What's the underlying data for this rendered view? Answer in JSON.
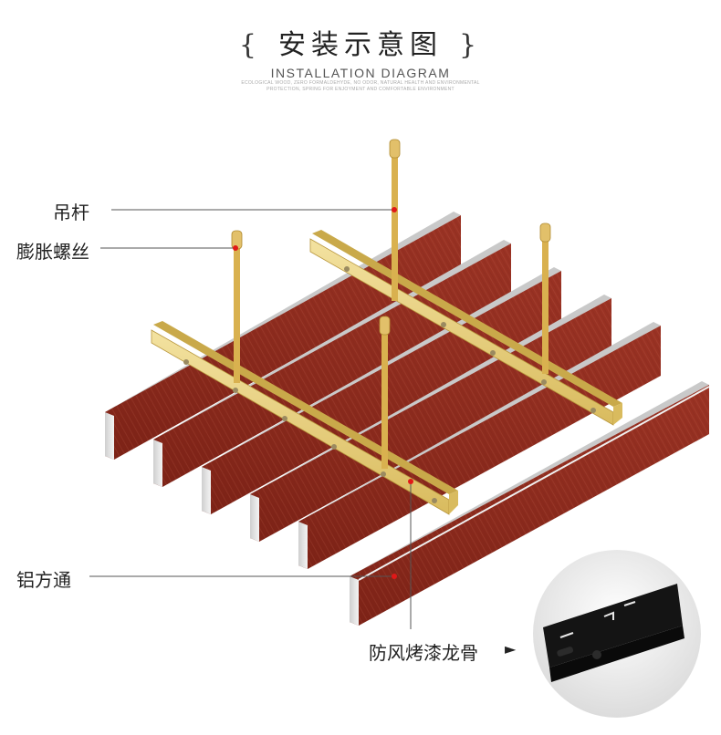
{
  "header": {
    "title": "安装示意图",
    "brace_left": "{",
    "brace_right": "}",
    "subtitle": "INSTALLATION DIAGRAM",
    "tagline_1": "ECOLOGICAL WOOD, ZERO FORMALDEHYDE, NO ODOR, NATURAL HEALTH AND ENVIRONMENTAL",
    "tagline_2": "PROTECTION, SPRING FOR ENJOYMENT AND COMFORTABLE ENVIRONMENT"
  },
  "labels": {
    "hanger_rod": "吊杆",
    "expansion_screw": "膨胀螺丝",
    "aluminum_tube": "铝方通",
    "keel": "防风烤漆龙骨",
    "arrow": "►"
  },
  "colors": {
    "wood_top": "#b5483a",
    "wood_front": "#8e2a1e",
    "keel_yellow": "#e8cf7a",
    "rod": "#d9b14f",
    "leader": "#555555",
    "marker": "#e01818",
    "black_keel": "#141414"
  }
}
